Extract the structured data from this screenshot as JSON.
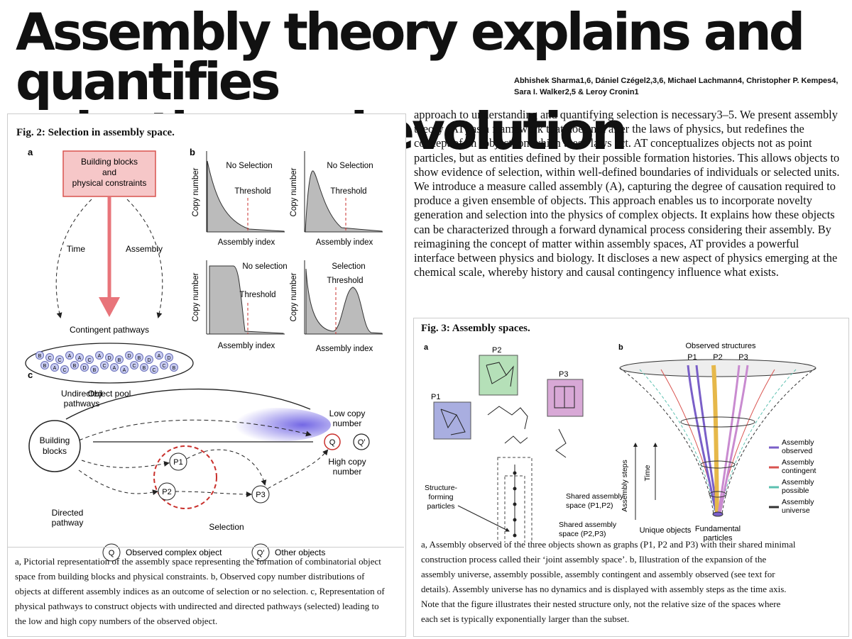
{
  "title_line1": "Assembly theory explains and quantifies",
  "title_line2": "selection and evolution",
  "authors_line1": "Abhishek Sharma1,6, Dániel Czégel2,3,6, Michael Lachmann4, Christopher P. Kempes4,",
  "authors_line2": "Sara I. Walker2,5 & Leroy Cronin1",
  "body": "approach to understanding and quantifying selection is necessary3–5. We present assembly theory (AT) as a framework that does not alter the laws of physics, but redefines the concept of an ‘object’ on which these laws act. AT conceptualizes objects not as point particles, but as entities defined by their possible formation histories. This allows objects to show evidence of selection, within well-defined boundaries of individuals or selected units. We introduce a measure called assembly (A), capturing the degree of causation required to produce a given ensemble of objects. This approach enables us to incorporate novelty generation and selection into the physics of complex objects. It explains how these objects can be characterized through a forward dynamical process considering their assembly. By reimagining the concept of matter within assembly spaces, AT provides a powerful interface between physics and biology. It discloses a new aspect of physics emerging at the chemical scale, whereby history and causal contingency influence what exists.",
  "fig2": {
    "title": "Fig. 2: Selection in assembly space.",
    "label_a": "a",
    "label_b": "b",
    "label_c": "c",
    "a": {
      "box_l1": "Building blocks",
      "box_l2": "and",
      "box_l3": "physical constraints",
      "time": "Time",
      "assembly": "Assembly",
      "contingent": "Contingent pathways",
      "pool": "Object pool",
      "pool_letters": [
        "B",
        "B",
        "C",
        "A",
        "C",
        "C",
        "A",
        "B",
        "A",
        "D",
        "C",
        "B",
        "A",
        "C",
        "D",
        "A",
        "B",
        "A",
        "D",
        "C",
        "B",
        "B",
        "D",
        "C",
        "A",
        "C",
        "D",
        "B"
      ]
    },
    "b": {
      "ylabel": "Copy number",
      "xlabel": "Assembly index",
      "threshold": "Threshold",
      "p1": "No Selection",
      "p2": "No Selection",
      "p3": "No selection",
      "p4": "Selection"
    },
    "c": {
      "undirected_l1": "Undirected",
      "undirected_l2": "pathways",
      "building_l1": "Building",
      "building_l2": "blocks",
      "low_l1": "Low copy",
      "low_l2": "number",
      "high_l1": "High copy",
      "high_l2": "number",
      "directed_l1": "Directed",
      "directed_l2": "pathway",
      "selection": "Selection",
      "p1": "P1",
      "p2": "P2",
      "p3": "P3",
      "q": "Q",
      "qp": "Q′",
      "observed": "Observed complex object",
      "other": "Other objects"
    },
    "caption": [
      "a, Pictorial representation of the assembly space representing the formation of combinatorial object",
      "space from building blocks and physical constraints. b, Observed copy number distributions of",
      "objects at different assembly indices as an outcome of selection or no selection. c, Representation of",
      "physical pathways to construct objects with undirected and directed pathways (selected) leading to",
      "the low and high copy numbers of the observed object."
    ]
  },
  "fig3": {
    "title": "Fig. 3: Assembly spaces.",
    "label_a": "a",
    "label_b": "b",
    "p1": "P1",
    "p2": "P2",
    "p3": "P3",
    "structure_l1": "Structure-",
    "structure_l2": "forming",
    "structure_l3": "particles",
    "shared1_l1": "Shared assembly",
    "shared1_l2": "space (P1,P2)",
    "shared2_l1": "Shared assembly",
    "shared2_l2": "space (P2,P3)",
    "observed_structures": "Observed structures",
    "assembly_steps": "Assembly steps",
    "time": "Time",
    "unique_objects": "Unique objects",
    "fundamental_l1": "Fundamental",
    "fundamental_l2": "particles",
    "legend": [
      {
        "l1": "Assembly",
        "l2": "observed",
        "color": "#7a5fc8"
      },
      {
        "l1": "Assembly",
        "l2": "contingent",
        "color": "#d9534f"
      },
      {
        "l1": "Assembly",
        "l2": "possible",
        "color": "#5bc0b0"
      },
      {
        "l1": "Assembly",
        "l2": "universe",
        "color": "#333333"
      }
    ],
    "caption": [
      "a, Assembly observed of the three objects shown as graphs (P1, P2 and P3) with their shared minimal",
      "construction process called their ‘joint assembly space’. b, Illustration of the expansion of the",
      "assembly universe, assembly possible, assembly contingent and assembly observed (see text for",
      "details). Assembly universe has no dynamics and is displayed with assembly steps as the time axis.",
      "Note that the figure illustrates their nested structure only, not the relative size of the spaces where",
      "each set is typically exponentially larger than the subset."
    ]
  }
}
